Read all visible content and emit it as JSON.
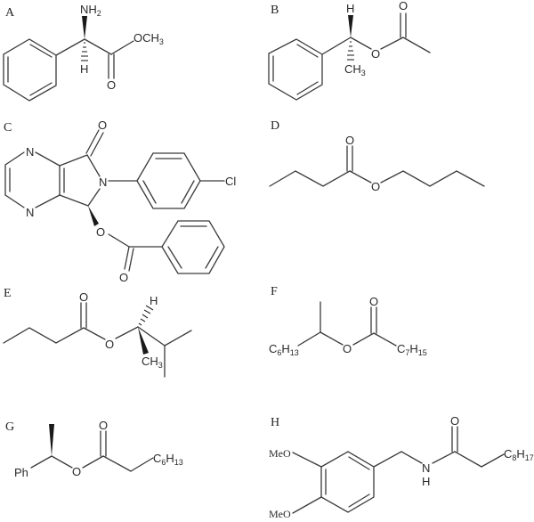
{
  "figure": {
    "panels": [
      {
        "id": "A",
        "label": "A",
        "atoms": {
          "nh2": "NH",
          "nh2_sub": "2",
          "h": "H",
          "och3": "OCH",
          "och3_sub": "3",
          "o": "O"
        }
      },
      {
        "id": "B",
        "label": "B",
        "atoms": {
          "h": "H",
          "ch3": "CH",
          "ch3_sub": "3",
          "o_ester": "O",
          "o_carbonyl": "O"
        }
      },
      {
        "id": "C",
        "label": "C",
        "atoms": {
          "n1": "N",
          "n2": "N",
          "n_lactam": "N",
          "o_lactam": "O",
          "cl": "Cl",
          "o_ester": "O",
          "o_carbonyl": "O"
        }
      },
      {
        "id": "D",
        "label": "D",
        "atoms": {
          "o_carbonyl": "O",
          "o_ester": "O"
        }
      },
      {
        "id": "E",
        "label": "E",
        "atoms": {
          "o_carbonyl": "O",
          "o_ester": "O",
          "h": "H",
          "ch3": "CH",
          "ch3_sub": "3"
        }
      },
      {
        "id": "F",
        "label": "F",
        "atoms": {
          "c6h13": "C",
          "c6h13_sub1": "6",
          "c6h13_h": "H",
          "c6h13_sub2": "13",
          "o_ester": "O",
          "o_carbonyl": "O",
          "c7h15": "C",
          "c7h15_sub1": "7",
          "c7h15_h": "H",
          "c7h15_sub2": "15"
        }
      },
      {
        "id": "G",
        "label": "G",
        "atoms": {
          "ph": "Ph",
          "o_ester": "O",
          "o_carbonyl": "O",
          "c6h13": "C",
          "c6h13_sub1": "6",
          "c6h13_h": "H",
          "c6h13_sub2": "13"
        }
      },
      {
        "id": "H",
        "label": "H",
        "atoms": {
          "meo1": "MeO",
          "meo2": "MeO",
          "n": "N",
          "nh": "H",
          "o_carbonyl": "O",
          "c8h17": "C",
          "c8h17_sub1": "8",
          "c8h17_h": "H",
          "c8h17_sub2": "17"
        }
      }
    ]
  }
}
